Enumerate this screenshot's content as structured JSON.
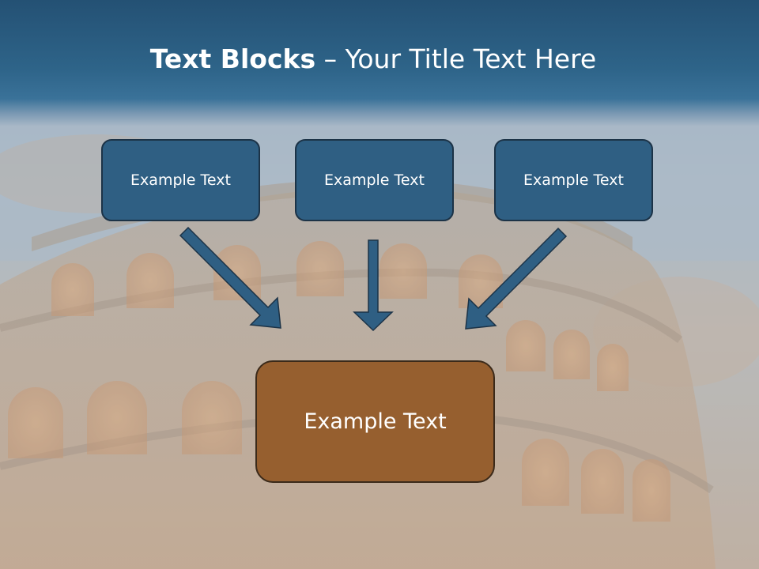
{
  "slide": {
    "title_bold": "Text Blocks",
    "title_dash": " – ",
    "title_rest": "Your Title Text Here"
  },
  "blocks": [
    {
      "label": "Example Text"
    },
    {
      "label": "Example Text"
    },
    {
      "label": "Example Text"
    }
  ],
  "target": {
    "label": "Example Text"
  },
  "colors": {
    "header": "#2e6489",
    "block_fill": "#2f5f83",
    "block_border": "#1c3347",
    "target_fill": "#965f2f",
    "arrow": "#2f5f83"
  }
}
